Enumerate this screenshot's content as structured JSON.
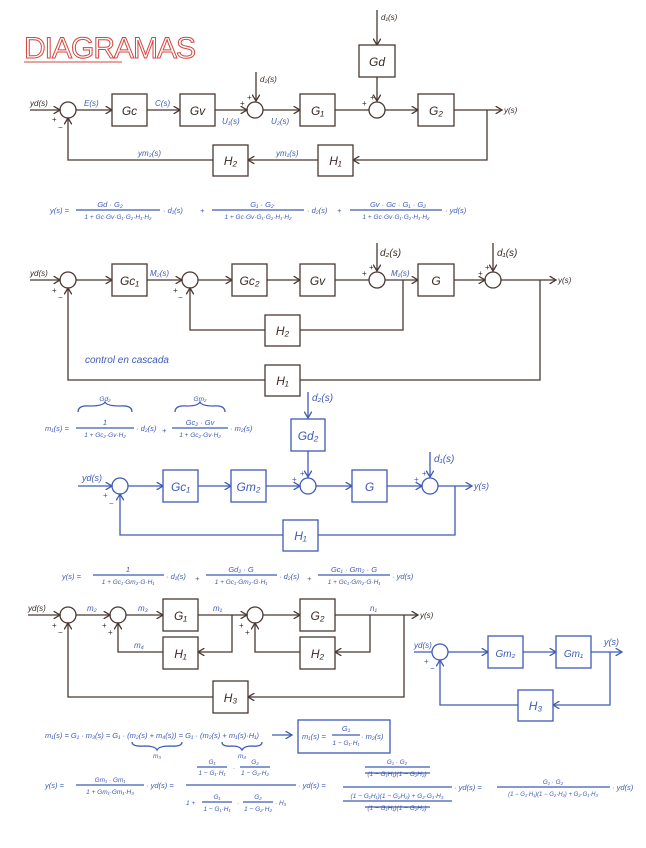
{
  "title": "DIAGRAMAS",
  "colors": {
    "title": "#d2463f",
    "ink_brown": "#4a3832",
    "ink_blue": "#3f5bb5"
  },
  "signs": {
    "plus": "+",
    "minus": "−"
  },
  "diagram1": {
    "blocks": {
      "gc": "Gc",
      "gv": "Gv",
      "g1": "G₁",
      "g2": "G₂",
      "gd": "Gd",
      "h1": "H₁",
      "h2": "H₂"
    },
    "signals": {
      "yd": "yd(s)",
      "e": "E(s)",
      "c": "C(s)",
      "u1": "U₁(s)",
      "u2": "U₂(s)",
      "y": "y(s)",
      "d1": "d₁(s)",
      "d2": "d₂(s)",
      "ym1": "ym₁(s)",
      "ym2": "ym₂(s)"
    },
    "equation": {
      "lhs": "y(s) =",
      "terms": [
        {
          "num": "Gd · G₂",
          "den": "1 + Gc·Gv·G₁·G₂·H₁·H₂",
          "factor": "· d₁(s)"
        },
        {
          "num": "G₁ · G₂",
          "den": "1 + Gc·Gv·G₁·G₂·H₁·H₂",
          "factor": "· d₂(s)"
        },
        {
          "num": "Gv · Gc · G₁ · G₂",
          "den": "1 + Gc·Gv·G₁·G₂·H₁·H₂",
          "factor": "· yd(s)"
        }
      ]
    }
  },
  "diagram2": {
    "blocks": {
      "gc1": "Gc₁",
      "gc2": "Gc₂",
      "gv": "Gv",
      "g": "G",
      "h1": "H₁",
      "h2": "H₂"
    },
    "signals": {
      "yd": "yd(s)",
      "m2": "M₂(s)",
      "m1": "M₁(s)",
      "d1": "d₁(s)",
      "d2": "d₂(s)",
      "y": "y(s)"
    },
    "caption": "control en cascada",
    "equation": {
      "lhs": "m₁(s) =",
      "terms": [
        {
          "brace": "Gd₂",
          "num": "1",
          "den": "1 + Gc₂·Gv·H₂",
          "factor": "· d₂(s)"
        },
        {
          "brace": "Gm₂",
          "num": "Gc₂ · Gv",
          "den": "1 + Gc₂·Gv·H₂",
          "factor": "· m₂(s)"
        }
      ]
    }
  },
  "diagram3": {
    "blocks": {
      "gc1": "Gc₁",
      "gm2": "Gm₂",
      "g": "G",
      "gd2": "Gd₂",
      "h1": "H₁"
    },
    "signals": {
      "yd": "yd(s)",
      "d1": "d₁(s)",
      "d2": "d₂(s)",
      "y": "y(s)"
    },
    "equation": {
      "lhs": "y(s) =",
      "terms": [
        {
          "num": "1",
          "den": "1 + Gc₁·Gm₂·G·H₁",
          "factor": "· d₁(s)"
        },
        {
          "num": "Gd₂ · G",
          "den": "1 + Gc₁·Gm₂·G·H₁",
          "factor": "· d₂(s)"
        },
        {
          "num": "Gc₁ · Gm₂ · G",
          "den": "1 + Gc₁·Gm₂·G·H₁",
          "factor": "· yd(s)"
        }
      ]
    }
  },
  "diagram4": {
    "blocks": {
      "g1": "G₁",
      "g2": "G₂",
      "h1": "H₁",
      "h2": "H₂",
      "h3": "H₃"
    },
    "signals": {
      "yd": "yd(s)",
      "m2": "m₂",
      "m3": "m₃",
      "m1": "m₁",
      "m4": "m₄",
      "n1": "n₁",
      "y": "y(s)"
    }
  },
  "diagram5": {
    "blocks": {
      "gm2": "Gm₂",
      "gm1": "Gm₁",
      "h3": "H₃"
    },
    "signals": {
      "yd": "yd(s)",
      "y": "y(s)"
    }
  },
  "derivation": {
    "line1": "m₁(s) = G₁ · m₃(s) = G₁ · (m₂(s) + m₄(s)) = G₁ · (m₂(s) + m₁(s)·H₁)",
    "brace_m3": "m₃",
    "brace_m4": "m₄",
    "result": {
      "lhs": "m₁(s) =",
      "num": "G₁",
      "den": "1 − G₁·H₁",
      "factor": "· m₂(s)"
    },
    "line2": {
      "lhs": "y(s) =",
      "f1_num": "Gm₁ · Gm₁",
      "f1_den": "1 + Gm₁·Gm₁·H₃",
      "f1_factor": "· yd(s) =",
      "f2_a_num": "G₁",
      "f2_a_den": "1 − G₁·H₁",
      "f2_b_num": "G₂",
      "f2_b_den": "1 − G₂·H₂",
      "f2_den_prefix": "1 +",
      "f2_den_suffix": "· H₃",
      "f2_factor": "· yd(s) =",
      "f3_num_top": "G₁ · G₂",
      "f3_num_bot": "(1 − G₁H₁)(1 − G₂H₂)",
      "f3_den_top": "(1 − G₁H₁)(1 − G₂H₂) + G₂·G₁·H₃",
      "f3_den_bot": "(1 − G₁H₁)(1 − G₂H₂)",
      "f3_factor": "· yd(s) =",
      "f4_num": "G₁ · G₂",
      "f4_den": "(1 − G₁·H₁)(1 − G₂·H₂) + G₂·G₁·H₃",
      "f4_factor": "· yd(s)"
    }
  }
}
